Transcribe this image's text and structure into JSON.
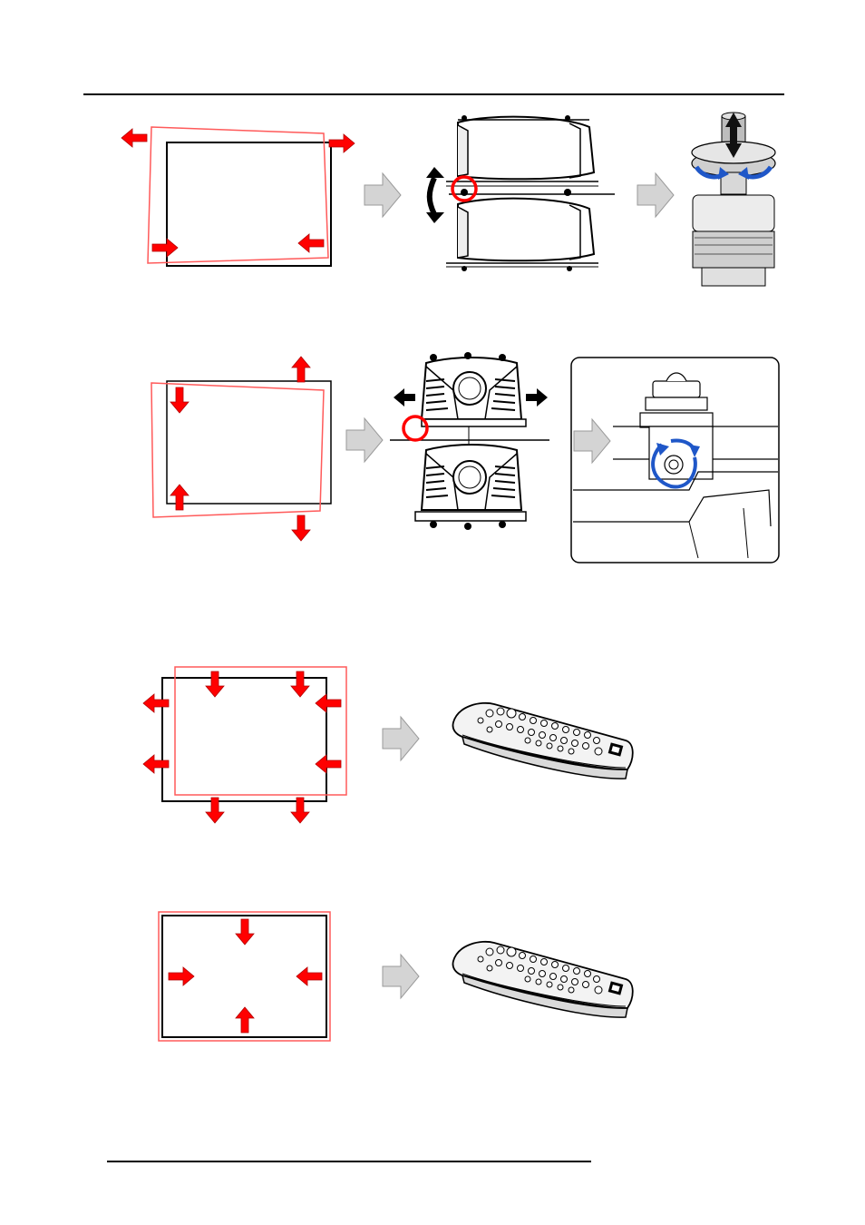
{
  "page": {
    "header_rule": true,
    "footer_rule": true
  },
  "colors": {
    "arrow_red": "#ff0000",
    "outline_red": "#ff5a5a",
    "frame_black": "#000000",
    "flow_arrow_fill": "#d4d4d4",
    "rotate_blue": "#1f57c8",
    "highlight_circle": "#ff0000"
  },
  "steps": [
    {
      "id": "keystone-correction",
      "icons": [
        "distorted-image-diagram",
        "flow-arrow-icon",
        "stacked-projectors-side-view",
        "flow-arrow-icon",
        "adjustment-foot-closeup"
      ]
    },
    {
      "id": "rotation-correction",
      "icons": [
        "rotated-image-diagram",
        "flow-arrow-icon",
        "stacked-projectors-front-view",
        "flow-arrow-icon",
        "rotation-bolt-closeup"
      ]
    },
    {
      "id": "shift-alignment",
      "icons": [
        "shifted-image-diagram",
        "flow-arrow-icon",
        "remote-control-icon"
      ]
    },
    {
      "id": "size-alignment",
      "icons": [
        "scaled-image-diagram",
        "flow-arrow-icon",
        "remote-control-icon"
      ]
    }
  ]
}
